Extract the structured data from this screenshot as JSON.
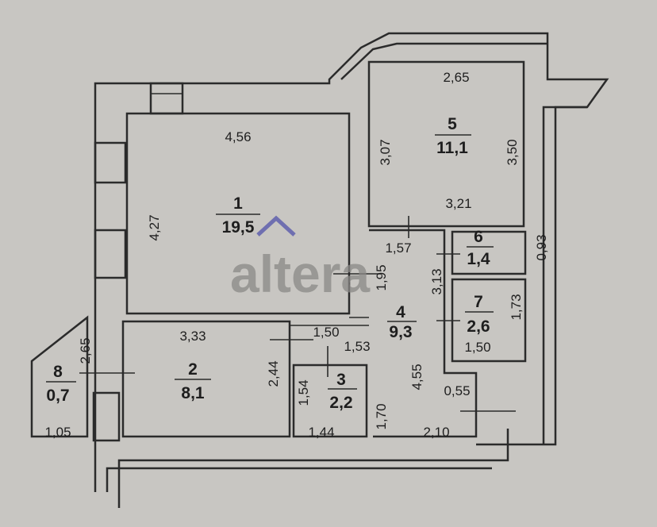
{
  "watermark": {
    "text": "altera"
  },
  "rooms": [
    {
      "number": "1",
      "area": "19,5"
    },
    {
      "number": "2",
      "area": "8,1"
    },
    {
      "number": "3",
      "area": "2,2"
    },
    {
      "number": "4",
      "area": "9,3"
    },
    {
      "number": "5",
      "area": "11,1"
    },
    {
      "number": "6",
      "area": "1,4"
    },
    {
      "number": "7",
      "area": "2,6"
    },
    {
      "number": "8",
      "area": "0,7"
    }
  ],
  "dimensions": {
    "r1_width": "4,56",
    "r1_height": "4,27",
    "r5_top": "2,65",
    "r5_left": "3,07",
    "r5_right": "3,50",
    "r5_bottom": "3,21",
    "r6_outer": "0,93",
    "r4_top": "1,57",
    "r4_side": "3,13",
    "r4_door": "1,95",
    "r7_height": "1,73",
    "r7_width": "1,50",
    "r2_width": "3,33",
    "r2_height": "2,44",
    "hall_width": "1,50",
    "r3_top": "1,53",
    "r3_height": "1,54",
    "r3_width": "1,44",
    "r4_low": "1,70",
    "r4_length": "4,55",
    "entry": "0,55",
    "r4_bottom": "2,10",
    "r8_diag": "2,65",
    "r8_width": "1,05"
  }
}
